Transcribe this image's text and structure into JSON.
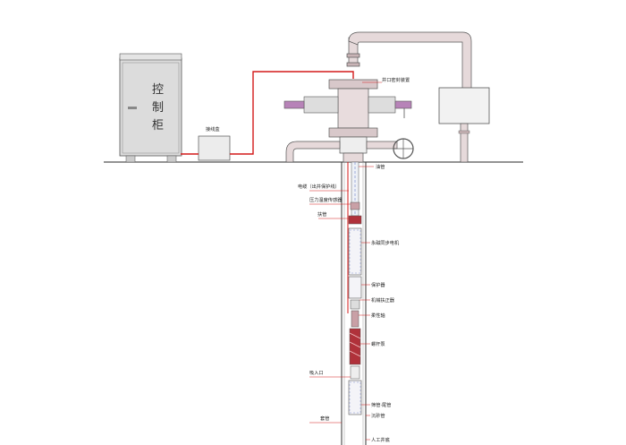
{
  "cabinet": {
    "label_1": "控",
    "label_2": "制",
    "label_3": "柜"
  },
  "labels": {
    "transformer_box": "接线盒",
    "wellhead_device": "井口密封装置",
    "tubing": "油管",
    "cable": "电缆（出井保护线）",
    "pressure_sensor": "压力温度传感器",
    "centralizer": "扶管",
    "motor": "永磁同步电机",
    "protector": "保护器",
    "reducer": "机械扶正器",
    "flex_shaft": "柔性轴",
    "screw_pump": "螺杆泵",
    "pump_inlet": "吸入口",
    "sand_screen": "筛管·尾管",
    "sand_anchor": "沉砂管",
    "casing": "套管",
    "bottom_hole": "人工井底"
  },
  "colors": {
    "cable": "#d31a1a",
    "pipe": "#c9a3a8",
    "motor": "#c9a0a6",
    "pump": "#b0313a",
    "ground": "#555555",
    "line": "#333333"
  }
}
